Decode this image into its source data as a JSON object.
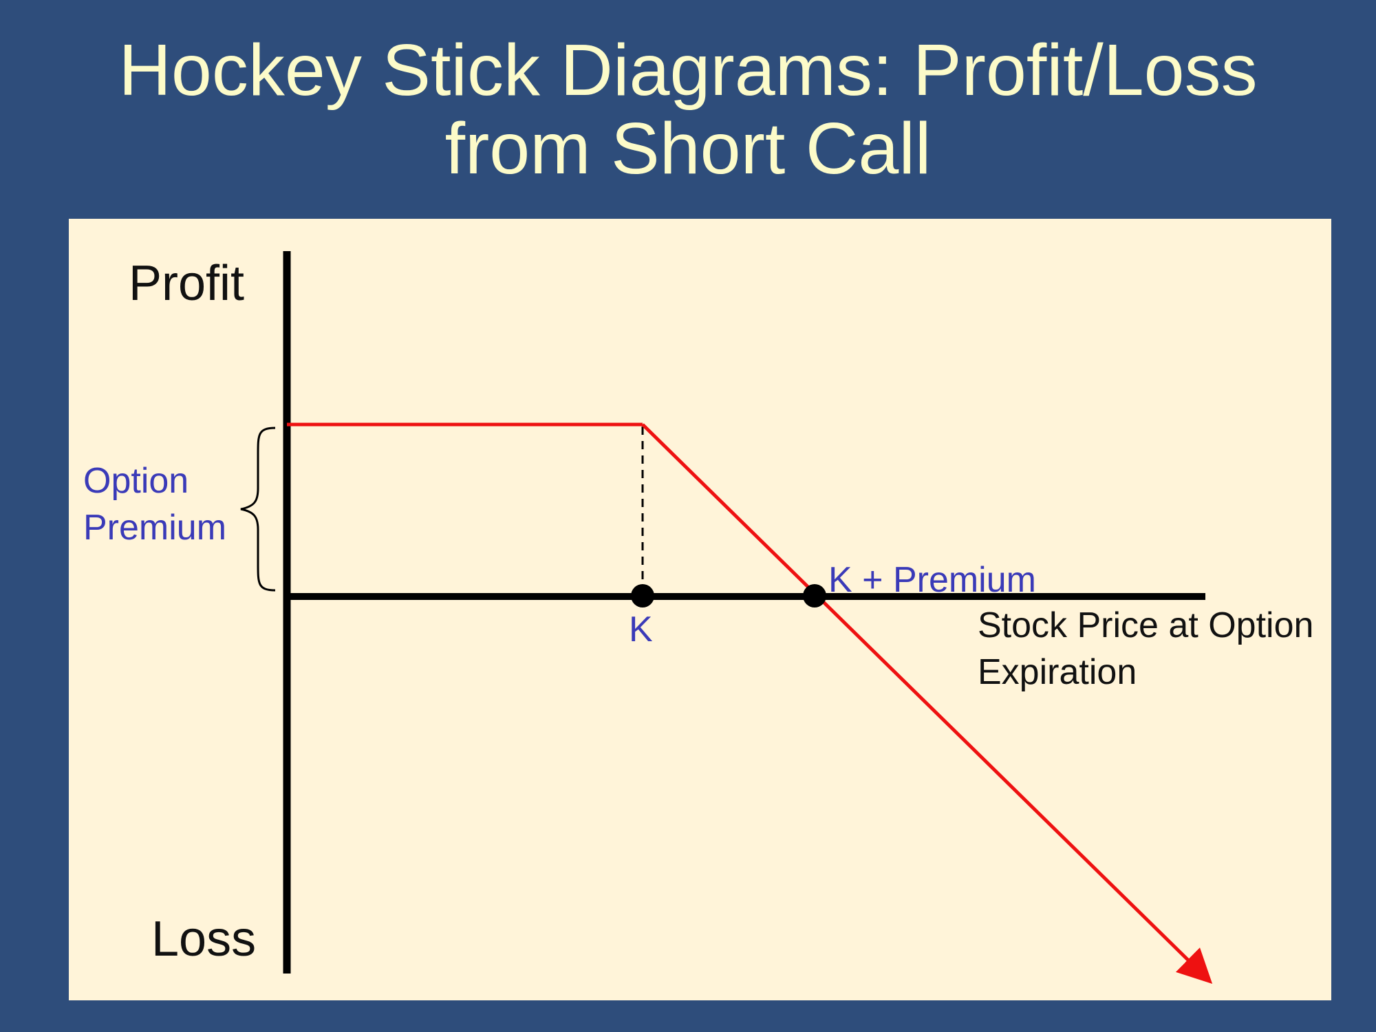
{
  "slide": {
    "title_line1": "Hockey Stick Diagrams:  Profit/Loss",
    "title_line2": "from Short Call"
  },
  "diagram": {
    "y_top_label": "Profit",
    "y_bottom_label": "Loss",
    "brace_label_line1": "Option",
    "brace_label_line2": "Premium",
    "strike_label": "K",
    "breakeven_label": "K + Premium",
    "x_label_line1": "Stock Price at Option",
    "x_label_line2": "Expiration"
  },
  "colors": {
    "background": "#2e4d7b",
    "title": "#fcfbc9",
    "panel": "#fff4d9",
    "payoff_line": "#ee1111",
    "annotation": "#3a3ab8",
    "axis": "#000000"
  }
}
